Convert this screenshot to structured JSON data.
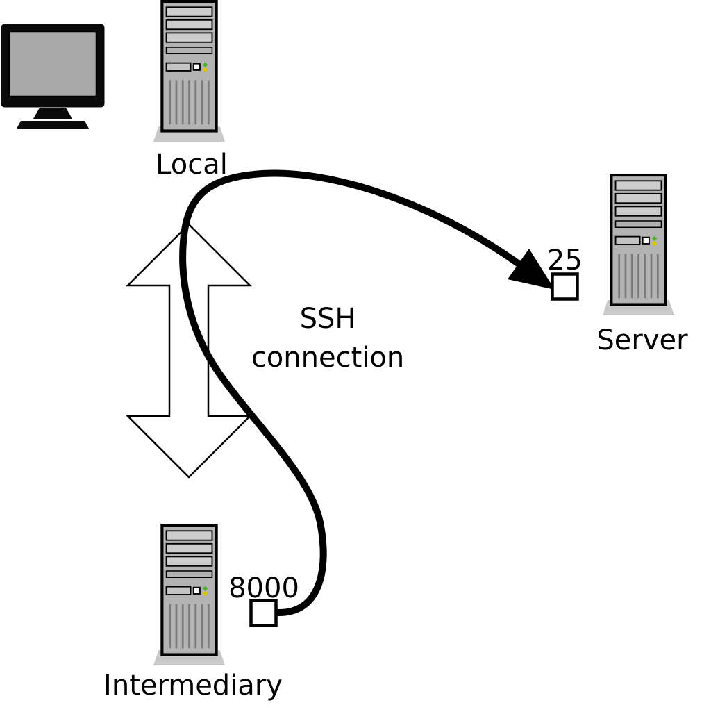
{
  "nodes": {
    "local": {
      "label": "Local",
      "icon": "computer-tower-icon"
    },
    "server": {
      "label": "Server",
      "icon": "computer-tower-icon",
      "port_label": "25"
    },
    "intermediary": {
      "label": "Intermediary",
      "icon": "computer-tower-icon",
      "port_label": "8000"
    },
    "workstation": {
      "icon": "monitor-icon"
    }
  },
  "connection": {
    "label": "SSH connection",
    "arrow_icon": "double-headed-arrow-icon",
    "forward_icon": "curved-arrow-icon"
  },
  "colors": {
    "background": "#ffffff",
    "line": "#000000",
    "tower_body": "#b3b3b3",
    "tower_bay": "#cdcdcd",
    "tower_base": "#c9c9c9",
    "led_green": "#4caf32",
    "led_yellow": "#d8c800",
    "port_box_fill": "#ffffff",
    "double_arrow_fill": "#ffffff"
  }
}
